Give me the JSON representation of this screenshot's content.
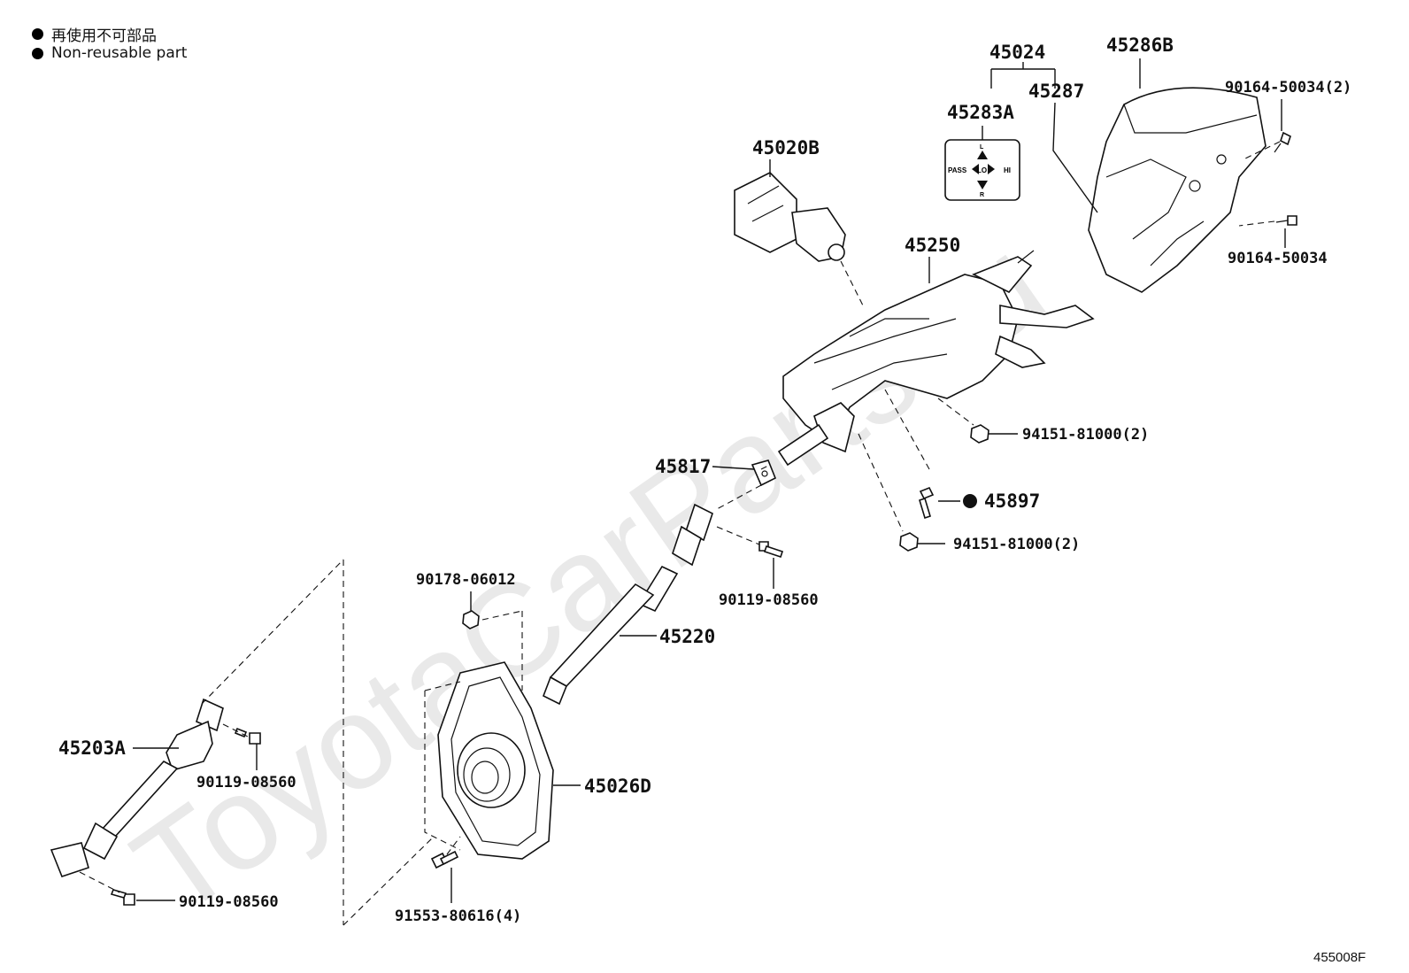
{
  "legend": {
    "items": [
      {
        "label": "再使用不可部品"
      },
      {
        "label": "Non-reusable part"
      }
    ]
  },
  "watermark": "ToyotaCarParts.ru",
  "figure_code": "455008F",
  "parts": {
    "p45024": "45024",
    "p45286B": "45286B",
    "p45287": "45287",
    "p45283A": "45283A",
    "p45020B": "45020B",
    "p90164_2": "90164-50034(2)",
    "p90164": "90164-50034",
    "p45250": "45250",
    "p94151_a": "94151-81000(2)",
    "p45817": "45817",
    "p45897": "45897",
    "p94151_b": "94151-81000(2)",
    "p90178": "90178-06012",
    "p90119_a": "90119-08560",
    "p45220": "45220",
    "p45203A": "45203A",
    "p90119_b": "90119-08560",
    "p45026D": "45026D",
    "p90119_c": "90119-08560",
    "p91553": "91553-80616(4)"
  },
  "switch_label": {
    "top": "L",
    "bottom": "R",
    "left": "PASS",
    "center": "LO",
    "right": "HI"
  },
  "colors": {
    "line": "#111111",
    "watermark": "#e9e9e9",
    "background": "#ffffff"
  }
}
